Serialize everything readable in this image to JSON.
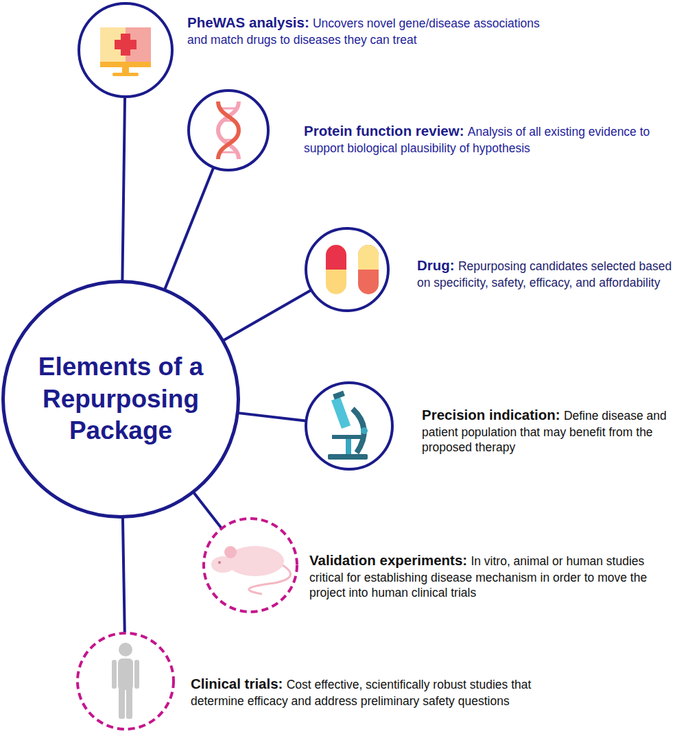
{
  "diagram": {
    "nodes": [
      {
        "text": [
          "Elements of a Repurposing Package"
        ]
      },
      {
        "text": [
          "PheWAS analysis:",
          "Uncovers novel gene/disease associations and match drugs to diseases they can treat"
        ]
      },
      {
        "text": [
          "Protein function review:",
          "Analysis of all existing evidence to support biological plausibility of hypothesis"
        ]
      },
      {
        "text": [
          "Drug:",
          "Repurposing candidates selected based on specificity, safety, efficacy, and affordability"
        ]
      },
      {
        "text": [
          "Precision indication:",
          "Define disease and patient population that may benefit from the proposed therapy"
        ]
      },
      {
        "text": [
          "Validation experiments:",
          "In vitro, animal or human studies critical for establishing disease mechanism in order to move the project into human clinical trials"
        ]
      },
      {
        "text": [
          "Clinical trials:",
          "Cost effective, scientifically robust studies that determine efficacy and address preliminary safety questions"
        ]
      }
    ],
    "edges": [
      {
        "from": 0,
        "to": 1,
        "arrow": "none"
      },
      {
        "from": 0,
        "to": 2,
        "arrow": "none"
      },
      {
        "from": 0,
        "to": 3,
        "arrow": "none"
      },
      {
        "from": 0,
        "to": 4,
        "arrow": "none"
      },
      {
        "from": 0,
        "to": 5,
        "arrow": "none"
      },
      {
        "from": 0,
        "to": 6,
        "arrow": "none"
      }
    ]
  }
}
